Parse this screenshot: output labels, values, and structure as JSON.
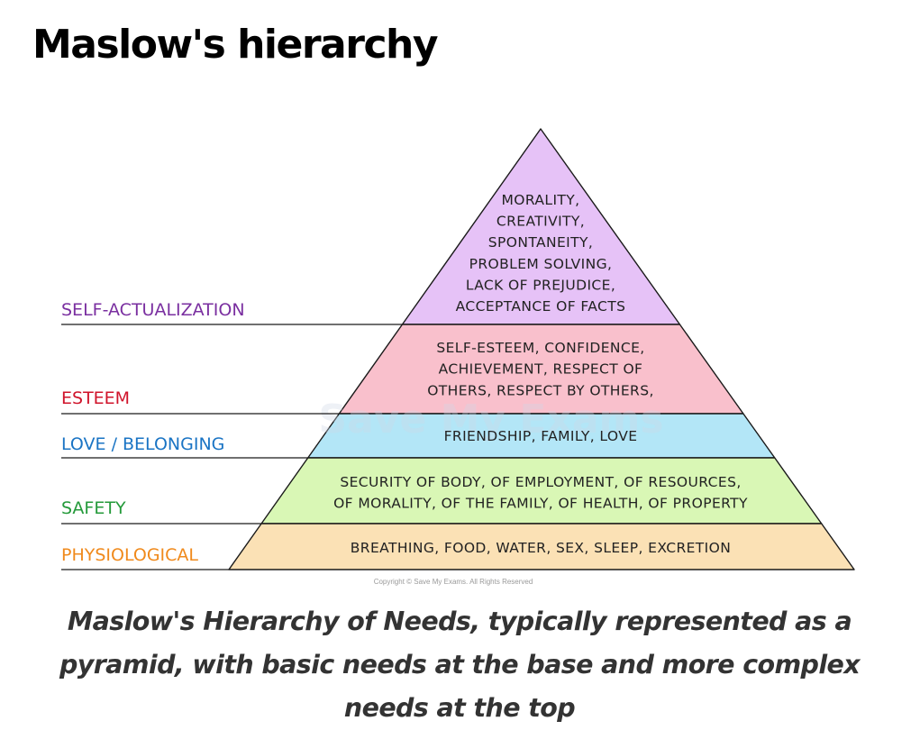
{
  "title": "Maslow's hierarchy",
  "pyramid": {
    "levels": [
      {
        "label": "SELF-ACTUALIZATION",
        "label_color": "#7a2fa0",
        "fill": "#e6c2f7",
        "lines": [
          "MORALITY,",
          "CREATIVITY,",
          "SPONTANEITY,",
          "PROBLEM SOLVING,",
          "LACK OF PREJUDICE,",
          "ACCEPTANCE OF FACTS"
        ]
      },
      {
        "label": "ESTEEM",
        "label_color": "#d0142b",
        "fill": "#f9c0cc",
        "lines": [
          "SELF-ESTEEM, CONFIDENCE,",
          "ACHIEVEMENT, RESPECT OF",
          "OTHERS, RESPECT BY OTHERS,"
        ]
      },
      {
        "label": "LOVE / BELONGING",
        "label_color": "#1a74c4",
        "fill": "#b3e6f7",
        "lines": [
          "FRIENDSHIP, FAMILY, LOVE"
        ]
      },
      {
        "label": "SAFETY",
        "label_color": "#249a3a",
        "fill": "#d9f7b5",
        "lines": [
          "SECURITY OF BODY, OF EMPLOYMENT, OF RESOURCES,",
          "OF MORALITY, OF THE FAMILY, OF HEALTH, OF PROPERTY"
        ]
      },
      {
        "label": "PHYSIOLOGICAL",
        "label_color": "#f08a1c",
        "fill": "#fbe1b5",
        "lines": [
          "BREATHING, FOOD, WATER, SEX, SLEEP, EXCRETION"
        ]
      }
    ],
    "copyright": "Copyright © Save My Exams. All Rights Reserved",
    "watermark": "Save My Exams"
  },
  "caption": "Maslow's Hierarchy of Needs, typically represented as a pyramid, with basic needs at the base and more complex needs at the top"
}
